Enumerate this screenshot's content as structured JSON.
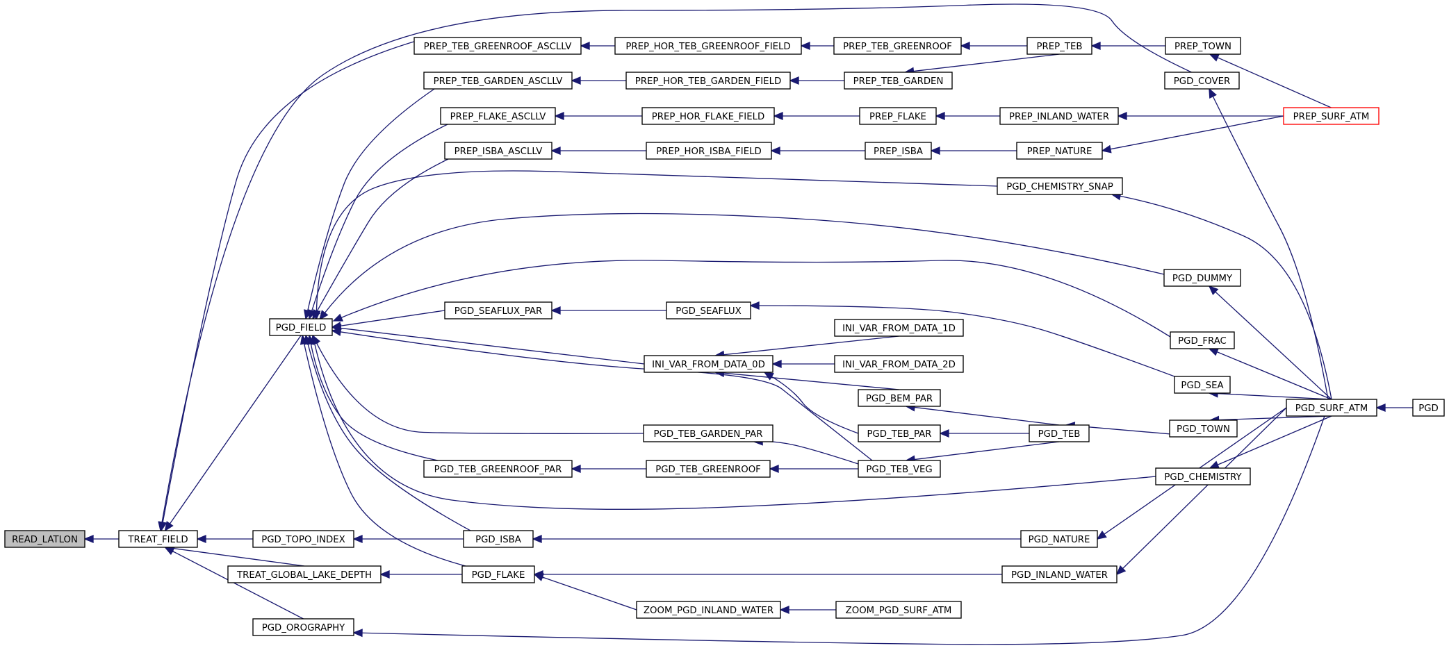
{
  "graph": {
    "title": "",
    "edge_color": "#191970",
    "highlight_fill": "#bfbfbf",
    "external_stroke": "#ff0000",
    "nodes": {
      "read_latlon": "READ_LATLON",
      "treat_field": "TREAT_FIELD",
      "pgd_field": "PGD_FIELD",
      "pgd_topo_index": "PGD_TOPO_INDEX",
      "treat_global_lake_depth": "TREAT_GLOBAL_LAKE_DEPTH",
      "pgd_orography": "PGD_OROGRAPHY",
      "prep_teb_greenroof_ascllv": "PREP_TEB_GREENROOF_ASCLLV",
      "prep_teb_garden_ascllv": "PREP_TEB_GARDEN_ASCLLV",
      "prep_flake_ascllv": "PREP_FLAKE_ASCLLV",
      "prep_isba_ascllv": "PREP_ISBA_ASCLLV",
      "pgd_seaflux_par": "PGD_SEAFLUX_PAR",
      "pgd_teb_greenroof_par": "PGD_TEB_GREENROOF_PAR",
      "pgd_isba": "PGD_ISBA",
      "pgd_flake": "PGD_FLAKE",
      "prep_hor_teb_greenroof_field": "PREP_HOR_TEB_GREENROOF_FIELD",
      "prep_hor_teb_garden_field": "PREP_HOR_TEB_GARDEN_FIELD",
      "prep_hor_flake_field": "PREP_HOR_FLAKE_FIELD",
      "prep_hor_isba_field": "PREP_HOR_ISBA_FIELD",
      "pgd_seaflux": "PGD_SEAFLUX",
      "ini_var_from_data_0d": "INI_VAR_FROM_DATA_0D",
      "pgd_teb_garden_par": "PGD_TEB_GARDEN_PAR",
      "pgd_teb_greenroof": "PGD_TEB_GREENROOF",
      "zoom_pgd_inland_water": "ZOOM_PGD_INLAND_WATER",
      "prep_teb_greenroof": "PREP_TEB_GREENROOF",
      "prep_teb_garden": "PREP_TEB_GARDEN",
      "prep_flake": "PREP_FLAKE",
      "prep_isba": "PREP_ISBA",
      "ini_var_from_data_1d": "INI_VAR_FROM_DATA_1D",
      "ini_var_from_data_2d": "INI_VAR_FROM_DATA_2D",
      "pgd_bem_par": "PGD_BEM_PAR",
      "pgd_teb_par": "PGD_TEB_PAR",
      "pgd_teb_veg": "PGD_TEB_VEG",
      "zoom_pgd_surf_atm": "ZOOM_PGD_SURF_ATM",
      "prep_teb": "PREP_TEB",
      "prep_inland_water": "PREP_INLAND_WATER",
      "prep_nature": "PREP_NATURE",
      "pgd_chemistry_snap": "PGD_CHEMISTRY_SNAP",
      "pgd_teb": "PGD_TEB",
      "pgd_nature": "PGD_NATURE",
      "pgd_inland_water": "PGD_INLAND_WATER",
      "prep_town": "PREP_TOWN",
      "pgd_cover": "PGD_COVER",
      "pgd_dummy": "PGD_DUMMY",
      "pgd_frac": "PGD_FRAC",
      "pgd_sea": "PGD_SEA",
      "pgd_town": "PGD_TOWN",
      "pgd_chemistry": "PGD_CHEMISTRY",
      "prep_surf_atm": "PREP_SURF_ATM",
      "pgd_surf_atm": "PGD_SURF_ATM",
      "pgd": "PGD"
    },
    "edges": [
      [
        "treat_field",
        "read_latlon"
      ],
      [
        "pgd_field",
        "treat_field"
      ],
      [
        "pgd_topo_index",
        "treat_field"
      ],
      [
        "treat_global_lake_depth",
        "treat_field"
      ],
      [
        "pgd_orography",
        "treat_field"
      ],
      [
        "prep_teb_greenroof_ascllv",
        "treat_field"
      ],
      [
        "prep_teb_garden_ascllv",
        "pgd_field"
      ],
      [
        "prep_flake_ascllv",
        "pgd_field"
      ],
      [
        "prep_isba_ascllv",
        "pgd_field"
      ],
      [
        "pgd_seaflux_par",
        "pgd_field"
      ],
      [
        "ini_var_from_data_0d",
        "pgd_field"
      ],
      [
        "pgd_teb_garden_par",
        "pgd_field"
      ],
      [
        "pgd_teb_greenroof_par",
        "pgd_field"
      ],
      [
        "pgd_isba",
        "pgd_field"
      ],
      [
        "pgd_flake",
        "pgd_field"
      ],
      [
        "pgd_teb_veg",
        "pgd_field"
      ],
      [
        "pgd_chemistry_snap",
        "pgd_field"
      ],
      [
        "pgd_dummy",
        "pgd_field"
      ],
      [
        "pgd_frac",
        "pgd_field"
      ],
      [
        "pgd_chemistry",
        "pgd_field"
      ],
      [
        "pgd_cover",
        "treat_field"
      ],
      [
        "pgd_isba",
        "pgd_topo_index"
      ],
      [
        "pgd_flake",
        "treat_global_lake_depth"
      ],
      [
        "pgd_surf_atm",
        "pgd_orography"
      ],
      [
        "prep_hor_teb_greenroof_field",
        "prep_teb_greenroof_ascllv"
      ],
      [
        "prep_hor_teb_garden_field",
        "prep_teb_garden_ascllv"
      ],
      [
        "prep_hor_flake_field",
        "prep_flake_ascllv"
      ],
      [
        "prep_hor_isba_field",
        "prep_isba_ascllv"
      ],
      [
        "pgd_seaflux",
        "pgd_seaflux_par"
      ],
      [
        "pgd_teb_greenroof",
        "pgd_teb_greenroof_par"
      ],
      [
        "pgd_nature",
        "pgd_isba"
      ],
      [
        "pgd_inland_water",
        "pgd_flake"
      ],
      [
        "zoom_pgd_inland_water",
        "pgd_flake"
      ],
      [
        "prep_teb_greenroof",
        "prep_hor_teb_greenroof_field"
      ],
      [
        "prep_teb_garden",
        "prep_hor_teb_garden_field"
      ],
      [
        "prep_flake",
        "prep_hor_flake_field"
      ],
      [
        "prep_isba",
        "prep_hor_isba_field"
      ],
      [
        "pgd_sea",
        "pgd_seaflux"
      ],
      [
        "ini_var_from_data_1d",
        "ini_var_from_data_0d"
      ],
      [
        "ini_var_from_data_2d",
        "ini_var_from_data_0d"
      ],
      [
        "pgd_bem_par",
        "ini_var_from_data_0d"
      ],
      [
        "pgd_teb_par",
        "ini_var_from_data_0d"
      ],
      [
        "pgd_teb_veg",
        "pgd_teb_garden_par"
      ],
      [
        "pgd_teb_veg",
        "pgd_teb_greenroof"
      ],
      [
        "zoom_pgd_surf_atm",
        "zoom_pgd_inland_water"
      ],
      [
        "prep_teb",
        "prep_teb_greenroof"
      ],
      [
        "prep_teb",
        "prep_teb_garden"
      ],
      [
        "prep_inland_water",
        "prep_flake"
      ],
      [
        "prep_nature",
        "prep_isba"
      ],
      [
        "pgd_teb",
        "pgd_bem_par"
      ],
      [
        "pgd_teb",
        "pgd_teb_par"
      ],
      [
        "pgd_teb",
        "pgd_teb_veg"
      ],
      [
        "prep_town",
        "prep_teb"
      ],
      [
        "prep_surf_atm",
        "prep_inland_water"
      ],
      [
        "prep_surf_atm",
        "prep_nature"
      ],
      [
        "prep_surf_atm",
        "prep_town"
      ],
      [
        "pgd_surf_atm",
        "pgd_chemistry_snap"
      ],
      [
        "pgd_town",
        "pgd_teb"
      ],
      [
        "pgd_surf_atm",
        "pgd_nature"
      ],
      [
        "pgd_surf_atm",
        "pgd_inland_water"
      ],
      [
        "pgd_surf_atm",
        "pgd_cover"
      ],
      [
        "pgd_surf_atm",
        "pgd_dummy"
      ],
      [
        "pgd_surf_atm",
        "pgd_frac"
      ],
      [
        "pgd_surf_atm",
        "pgd_sea"
      ],
      [
        "pgd_surf_atm",
        "pgd_town"
      ],
      [
        "pgd_surf_atm",
        "pgd_chemistry"
      ],
      [
        "pgd",
        "pgd_surf_atm"
      ]
    ]
  }
}
